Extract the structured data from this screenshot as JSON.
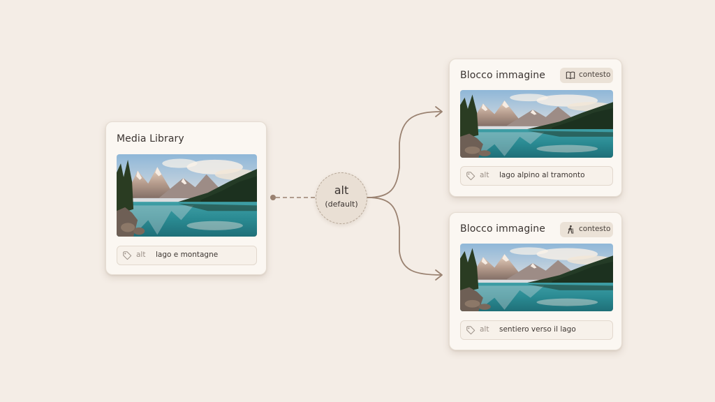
{
  "source_card": {
    "title": "Media Library",
    "alt_label": "alt",
    "alt_value": "lago e montagne",
    "image_icon": "mountain-lake-photo"
  },
  "center_node": {
    "title": "alt",
    "subtitle": "(default)"
  },
  "target_cards": [
    {
      "title": "Blocco immagine",
      "badge_label": "contesto",
      "badge_icon": "book-icon",
      "alt_label": "alt",
      "alt_value": "lago alpino al tramonto"
    },
    {
      "title": "Blocco immagine",
      "badge_label": "contesto",
      "badge_icon": "hiker-icon",
      "alt_label": "alt",
      "alt_value": "sentiero verso il lago"
    }
  ],
  "colors": {
    "background": "#f4ede6",
    "card": "#fbf7f2",
    "connector": "#9a8271",
    "badge": "#ebe2d7"
  }
}
